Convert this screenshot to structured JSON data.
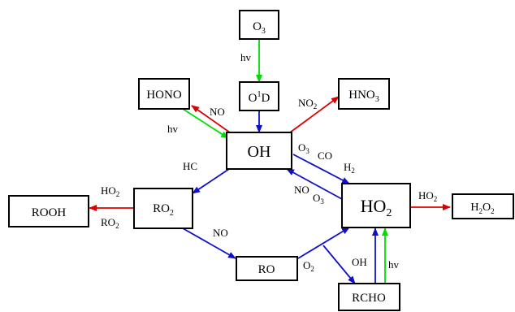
{
  "nodes": {
    "o3": {
      "text": "O",
      "sub": "3"
    },
    "o1d": {
      "text": "O",
      "sup": "1",
      "tail": "D"
    },
    "hono": {
      "text": "HONO"
    },
    "hno3": {
      "text": "HNO",
      "sub": "3"
    },
    "oh": {
      "text": "OH"
    },
    "ro2": {
      "text": "RO",
      "sub": "2"
    },
    "rooh": {
      "text": "ROOH"
    },
    "ho2": {
      "text": "HO",
      "sub": "2"
    },
    "h2o2": {
      "text": "H",
      "sub": "2",
      "mid": "O",
      "sub2": "2"
    },
    "ro": {
      "text": "RO"
    },
    "rcho": {
      "text": "RCHO"
    }
  },
  "edge_labels": {
    "hv_o3": "hv",
    "no_hono": "NO",
    "hv_hono": "hv",
    "no2_hno3": {
      "text": "NO",
      "sub": "2"
    },
    "o3_oh": {
      "text": "O",
      "sub": "3"
    },
    "co": "CO",
    "h2": {
      "text": "H",
      "sub": "2"
    },
    "hc": "HC",
    "no_ho2": "NO",
    "o3_ho2": {
      "text": "O",
      "sub": "3"
    },
    "ho2_rooh": {
      "text": "HO",
      "sub": "2"
    },
    "ro2_rooh": {
      "text": "RO",
      "sub": "2"
    },
    "ho2_h2o2": {
      "text": "HO",
      "sub": "2"
    },
    "no_ro": "NO",
    "o2_ro": {
      "text": "O",
      "sub": "2"
    },
    "oh_rcho": "OH",
    "hv_rcho": "hv"
  },
  "colors": {
    "green": "#00dd00",
    "blue": "#1010cc",
    "red": "#dd0000"
  }
}
